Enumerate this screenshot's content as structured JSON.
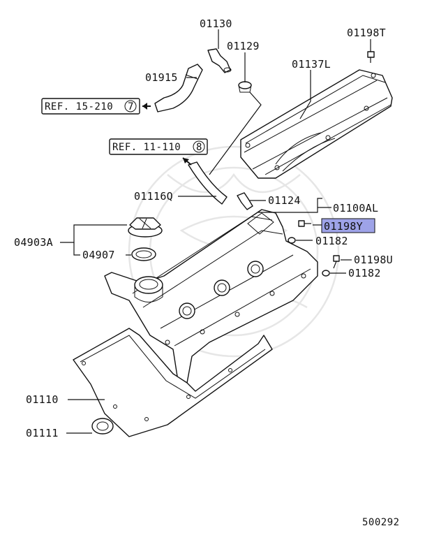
{
  "labels": {
    "p01130": "01130",
    "p01129": "01129",
    "p01198T": "01198T",
    "p01915": "01915",
    "p01137L": "01137L",
    "ref15": "REF. 15-210",
    "ref15_num": "7",
    "ref11": "REF. 11-110",
    "ref11_num": "8",
    "p01116Q": "01116Q",
    "p01124": "01124",
    "p01100AL": "01100AL",
    "p04903A": "04903A",
    "p01198Y": "01198Y",
    "p01182a": "01182",
    "p04907": "04907",
    "p01198U": "01198U",
    "p01182b": "01182",
    "p01110": "01110",
    "p01111": "01111",
    "diagram_id": "500292"
  },
  "colors": {
    "highlight": "#9ea3e8",
    "ink": "#111111",
    "watermark": "#e6e6e6"
  },
  "highlighted_part": "01198Y"
}
